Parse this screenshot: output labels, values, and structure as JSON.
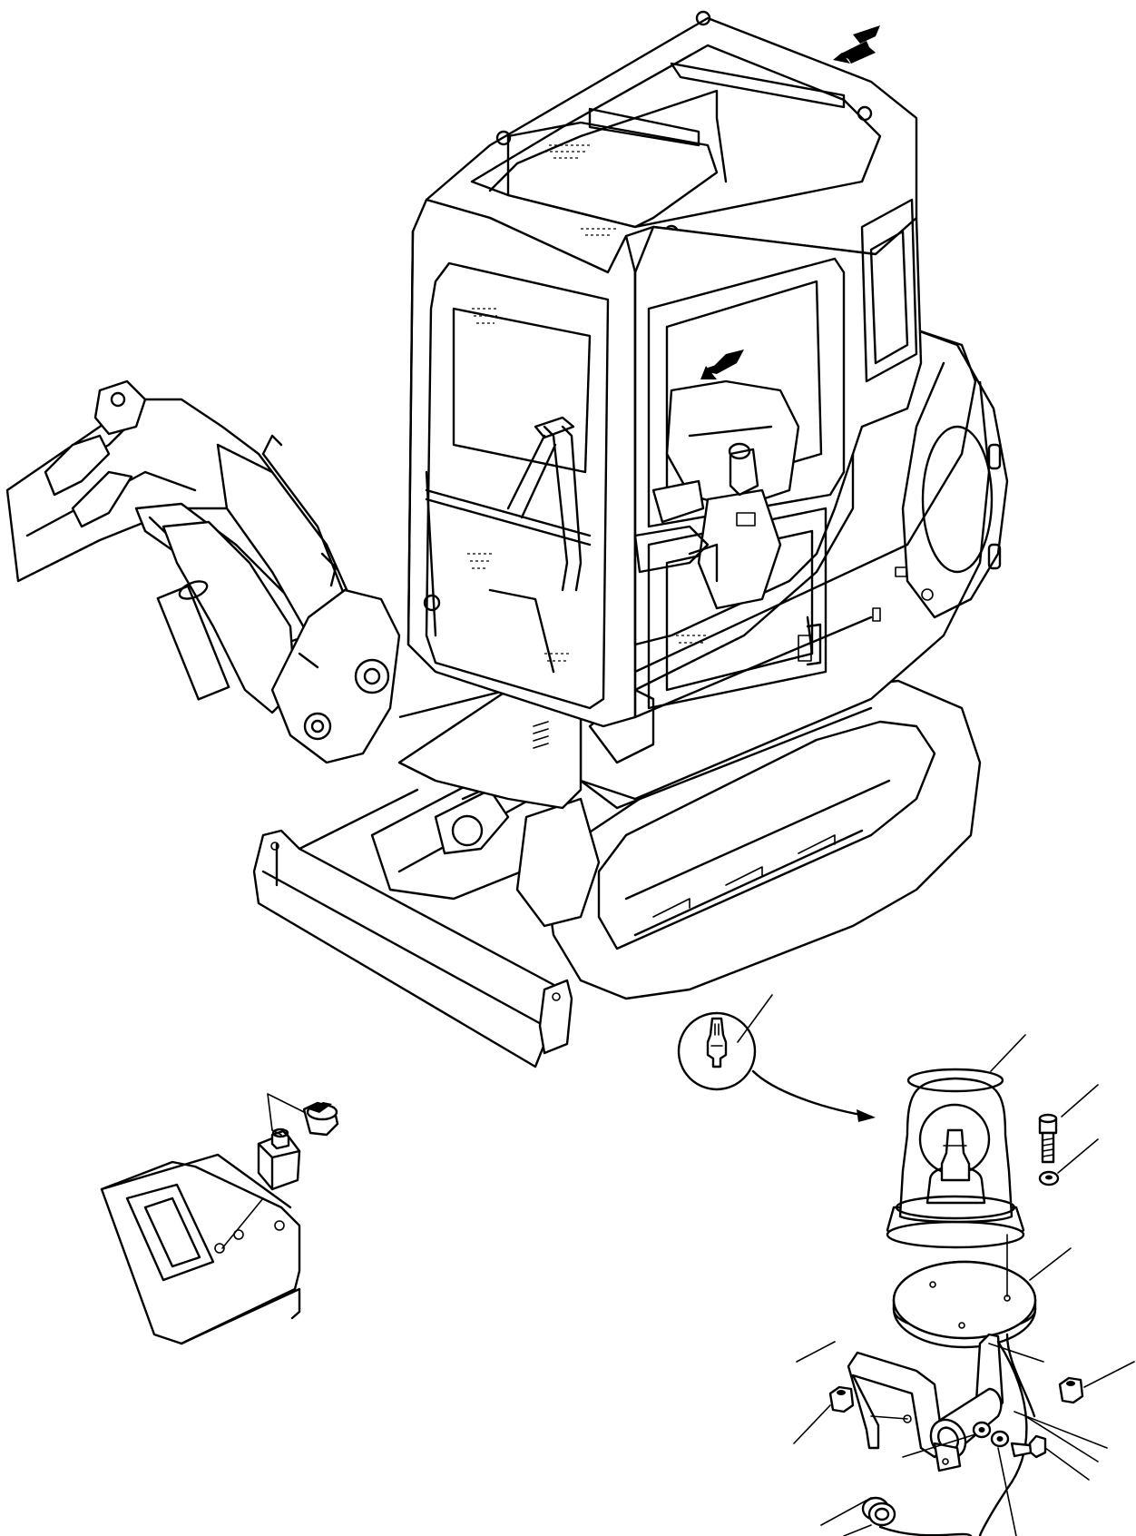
{
  "figure": {
    "type": "exploded-parts-diagram",
    "colors": {
      "line": "#000000",
      "background": "#ffffff"
    },
    "parts": [
      {
        "name": "mini-excavator-with-cab"
      },
      {
        "name": "roof-location-arrow-icon"
      },
      {
        "name": "cab-interior-location-arrow-icon"
      },
      {
        "name": "lamp-bulb-detail-callout"
      },
      {
        "name": "rotating-beacon-lamp"
      },
      {
        "name": "mounting-plate"
      },
      {
        "name": "bracket-with-socket"
      },
      {
        "name": "switch-knob"
      },
      {
        "name": "switch-body"
      },
      {
        "name": "dashboard-panel"
      },
      {
        "name": "cap-screw"
      },
      {
        "name": "washer"
      },
      {
        "name": "nut"
      },
      {
        "name": "lock-washer"
      },
      {
        "name": "bolt"
      },
      {
        "name": "grommet"
      },
      {
        "name": "wire-harness"
      }
    ]
  }
}
